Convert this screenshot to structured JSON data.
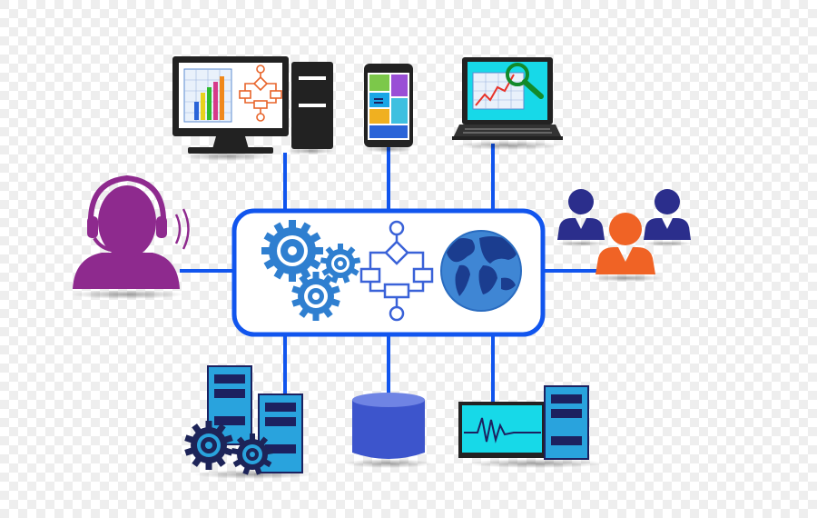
{
  "background": "checkerboard",
  "colors": {
    "connector": "#1155ee",
    "hub_border": "#1155ee",
    "hub_fill": "#ffffff",
    "gear_blue": "#2f7fd0",
    "gear_navy": "#1d2458",
    "flowchart": "#3a62d8",
    "globe_ocean": "#3f86d4",
    "globe_land": "#1b3d8f",
    "support_agent": "#8e2a8e",
    "people_navy": "#2b2e8c",
    "people_orange": "#f06325",
    "server_blue": "#29a3dd",
    "server_dark": "#1c2160",
    "database": "#3d55cc",
    "screen_cyan": "#17d9e8",
    "monitor_frame": "#222222",
    "chart_orange": "#f26a2a",
    "magnifier_green": "#128a2a"
  },
  "hub": {
    "label": "",
    "icons": [
      "gears-icon",
      "flowchart-icon",
      "globe-icon"
    ]
  },
  "nodes": [
    {
      "name": "desktop-computer",
      "icon": "desktop-computer-icon",
      "screen": [
        "bar-chart-icon",
        "flowchart-icon"
      ]
    },
    {
      "name": "smartphone",
      "icon": "smartphone-icon"
    },
    {
      "name": "laptop",
      "icon": "laptop-icon",
      "screen": [
        "line-chart-icon",
        "magnifier-icon"
      ]
    },
    {
      "name": "support-agent",
      "icon": "headset-agent-icon"
    },
    {
      "name": "user-group",
      "icon": "people-group-icon"
    },
    {
      "name": "server-with-gears",
      "icon": "server-gears-icon"
    },
    {
      "name": "database",
      "icon": "database-icon"
    },
    {
      "name": "monitoring-server",
      "icon": "monitor-server-icon"
    }
  ]
}
